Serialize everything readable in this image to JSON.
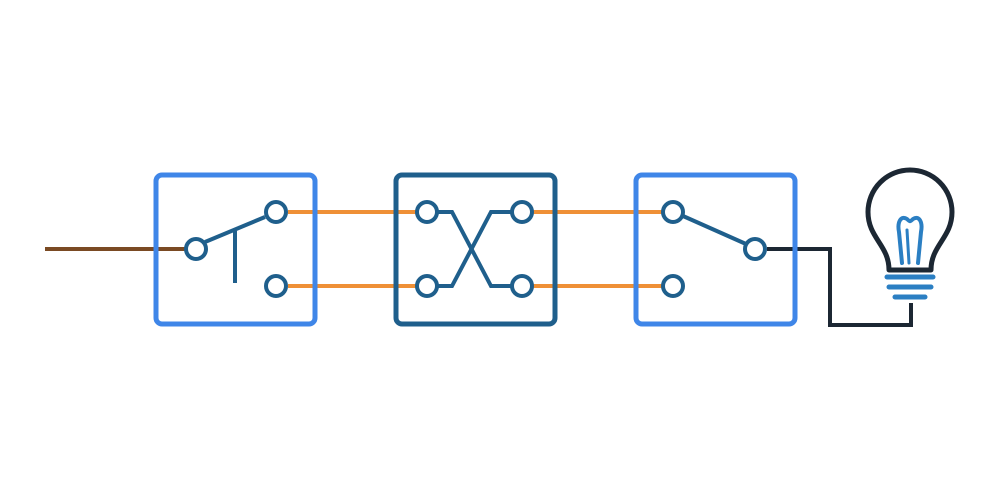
{
  "diagram": {
    "kind": "three-way-lighting-circuit",
    "components": [
      {
        "name": "input-two-way-switch",
        "icon": "two-way-switch-icon"
      },
      {
        "name": "intermediate-switch",
        "icon": "crossover-switch-icon"
      },
      {
        "name": "output-two-way-switch",
        "icon": "two-way-switch-icon"
      },
      {
        "name": "light-bulb",
        "icon": "light-bulb-icon"
      }
    ],
    "colors": {
      "background": "#ffffff",
      "switch_box_blue": "#3f86e8",
      "intermediate_box": "#1f5f8c",
      "switch_contacts": "#1f5f8c",
      "traveler_wire": "#ef9036",
      "supply_wire": "#7a4a23",
      "load_wire": "#1c2733",
      "bulb_glass": "#1c2733",
      "bulb_filament": "#2b7fc3"
    }
  }
}
